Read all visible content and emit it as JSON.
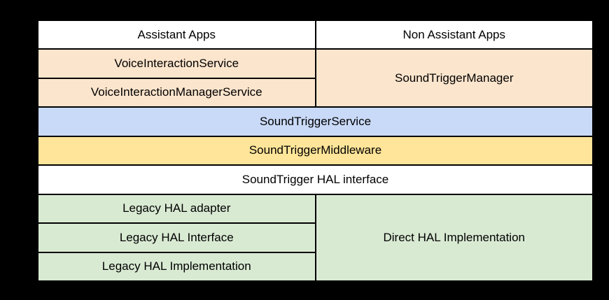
{
  "colors": {
    "background": "#000000",
    "border": "#000000",
    "text": "#000000",
    "white": "#ffffff",
    "peach": "#fce5cd",
    "blue": "#c9daf8",
    "yellow": "#ffe599",
    "green": "#d9ead3"
  },
  "cells": [
    {
      "label": "Assistant Apps",
      "fill": "white"
    },
    {
      "label": "Non Assistant Apps",
      "fill": "white"
    },
    {
      "label": "VoiceInteractionService",
      "fill": "peach"
    },
    {
      "label": "SoundTriggerManager",
      "fill": "peach"
    },
    {
      "label": "VoiceInteractionManagerService",
      "fill": "peach"
    },
    {
      "label": "SoundTriggerService",
      "fill": "blue"
    },
    {
      "label": "SoundTriggerMiddleware",
      "fill": "yellow"
    },
    {
      "label": "SoundTrigger HAL interface",
      "fill": "white"
    },
    {
      "label": "Legacy HAL adapter",
      "fill": "green"
    },
    {
      "label": "Direct HAL Implementation",
      "fill": "green"
    },
    {
      "label": "Legacy HAL Interface",
      "fill": "green"
    },
    {
      "label": "Legacy HAL Implementation",
      "fill": "green"
    }
  ]
}
